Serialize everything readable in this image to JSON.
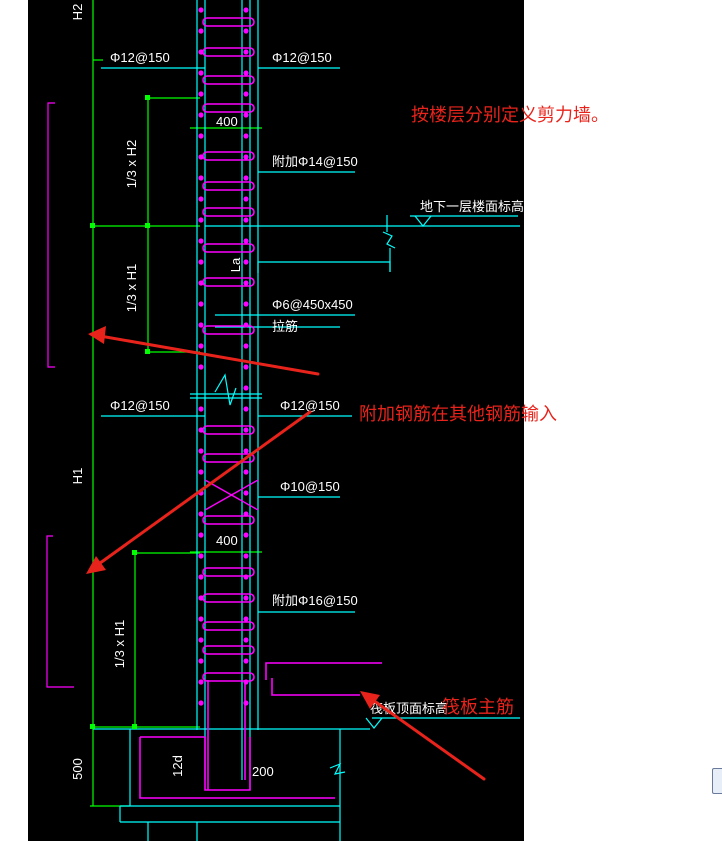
{
  "colors": {
    "background": "#000000",
    "cyan": "#00ffff",
    "green": "#00ff00",
    "magenta": "#ff00ff",
    "white": "#ffffff",
    "annotation": "#e8231b"
  },
  "drawing": {
    "dims": {
      "h2": "H2",
      "one_third_h2": "1/3 x H2",
      "one_third_h1_upper": "1/3 x H1",
      "h1": "H1",
      "one_third_h1_lower": "1/3 x H1",
      "d500": "500"
    },
    "rebar": {
      "top_left": "Φ12@150",
      "top_right": "Φ12@150",
      "add_upper": "附加Φ14@150",
      "tie": "Φ6@450x450",
      "tie_sub": "拉筋",
      "mid_left": "Φ12@150",
      "mid_right": "Φ12@150",
      "stirrup": "Φ10@150",
      "add_lower": "附加Φ16@150",
      "anchor_12d": "12d",
      "anchor_200": "200"
    },
    "widths": {
      "upper": "400",
      "lower": "400"
    },
    "lap": "La",
    "levels": {
      "basement": "地下一层楼面标高",
      "raft": "筏板顶面标高"
    }
  },
  "annotations": {
    "shear_wall": "按楼层分别定义剪力墙。",
    "extra_rebar": "附加钢筋在其他钢筋输入",
    "raft_main": "筏板主筋"
  }
}
